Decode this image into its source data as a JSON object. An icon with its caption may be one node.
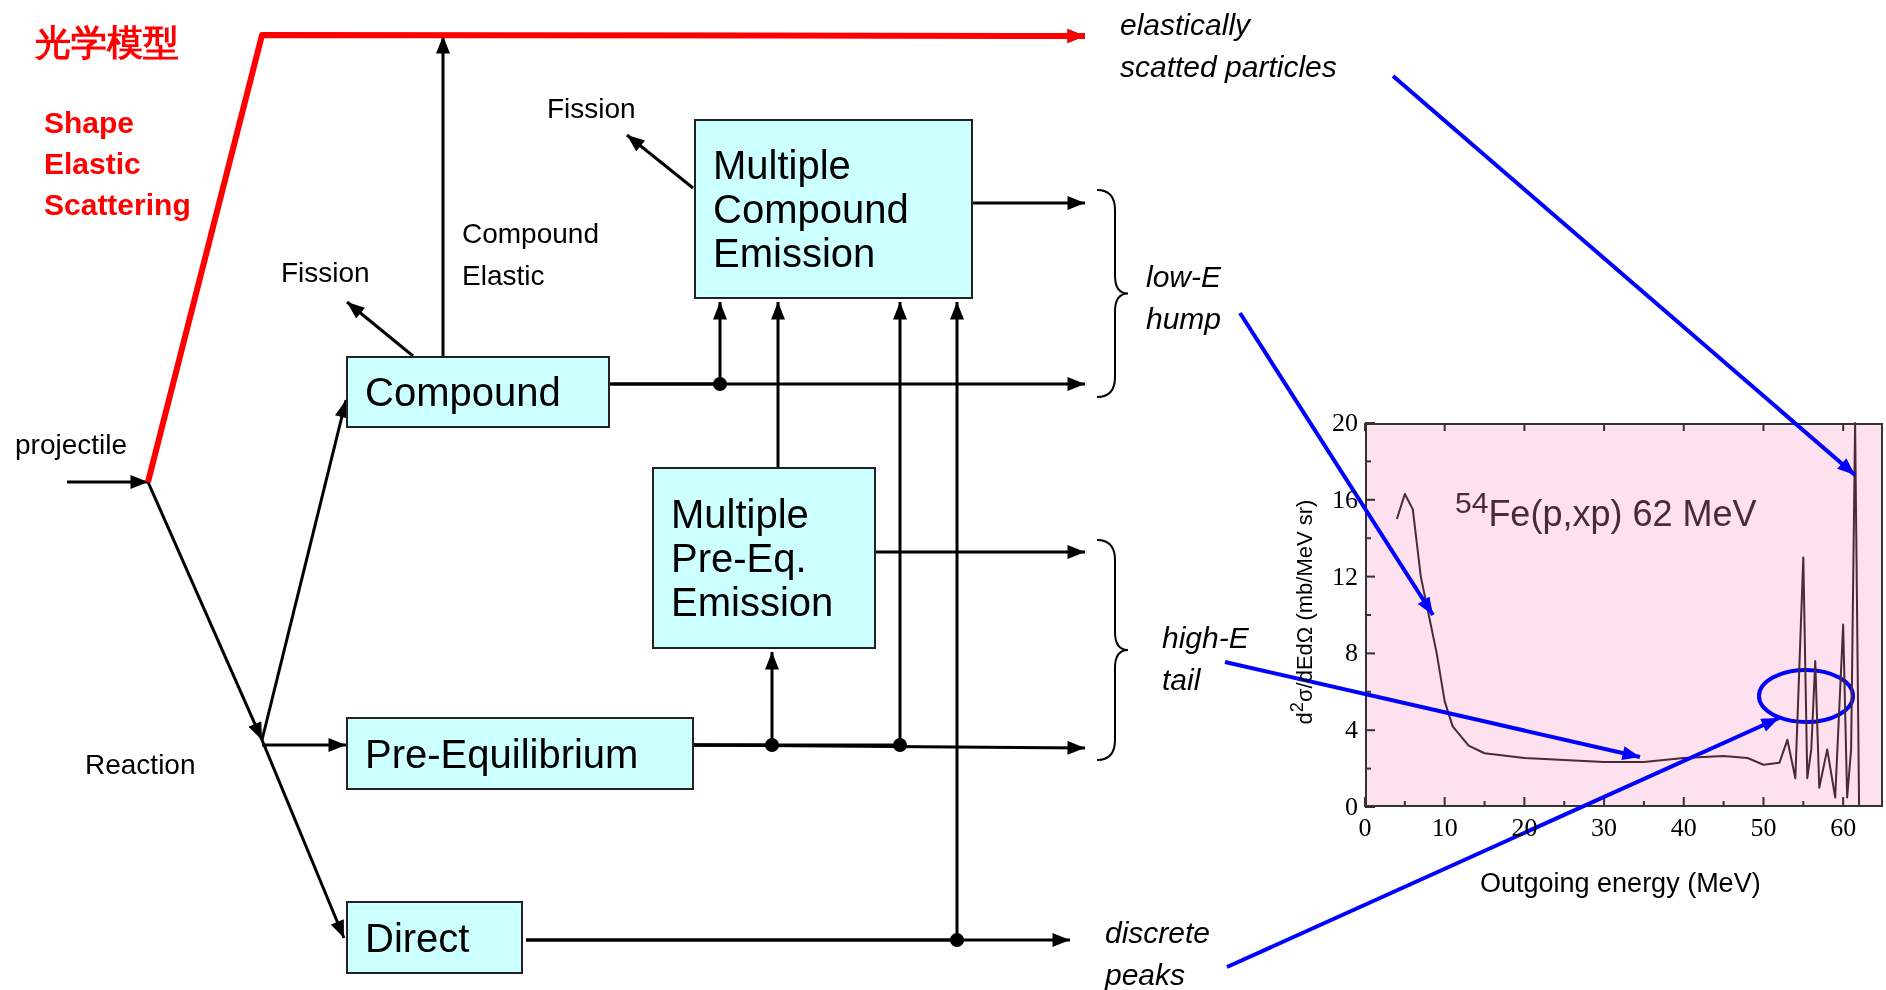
{
  "diagram": {
    "nodes": [
      {
        "text": [
          "projectile"
        ]
      },
      {
        "text": [
          "Reaction"
        ]
      },
      {
        "text": [
          "elastically scatted particles"
        ]
      },
      {
        "text": [
          "Fission"
        ]
      },
      {
        "text": [
          "Multiple Compound Emission"
        ]
      },
      {
        "text": [
          "Fission"
        ]
      },
      {
        "text": [
          "Compound"
        ]
      },
      {
        "text": [
          "low-E hump"
        ]
      },
      {
        "text": [
          "Multiple Pre-Eq. Emission"
        ]
      },
      {
        "text": [
          "high-E tail"
        ]
      },
      {
        "text": [
          "Pre-Equilibrium"
        ]
      },
      {
        "text": [
          "Direct"
        ]
      },
      {
        "text": [
          "discrete peaks"
        ]
      },
      {
        "text": [],
        "shape": "picture"
      },
      {
        "text": [],
        "shape": "ellipse",
        "in": 13
      }
    ],
    "edges": [
      {
        "from": 0,
        "to": 2,
        "arrow": "to",
        "style": "thick",
        "color": "#ff0000"
      },
      {
        "from": 0,
        "to": 1,
        "arrow": "to"
      },
      {
        "from": 1,
        "to": 6,
        "arrow": "to"
      },
      {
        "from": 1,
        "to": 10,
        "arrow": "to"
      },
      {
        "from": 1,
        "to": 11,
        "arrow": "to"
      },
      {
        "from": 6,
        "to": 5,
        "arrow": "to"
      },
      {
        "from": 6,
        "to": 2,
        "arrow": "to",
        "label": "Compound Elastic"
      },
      {
        "from": 6,
        "to": 7,
        "arrow": "to"
      },
      {
        "from": 6,
        "to": 4,
        "arrow": "to"
      },
      {
        "from": 4,
        "to": 3,
        "arrow": "to"
      },
      {
        "from": 4,
        "to": 7,
        "arrow": "to"
      },
      {
        "from": 8,
        "to": 4,
        "arrow": "to"
      },
      {
        "from": 8,
        "to": 9,
        "arrow": "to"
      },
      {
        "from": 10,
        "to": 8,
        "arrow": "to"
      },
      {
        "from": 10,
        "to": 4,
        "arrow": "to"
      },
      {
        "from": 10,
        "to": 9,
        "arrow": "to"
      },
      {
        "from": 11,
        "to": 4,
        "arrow": "to"
      },
      {
        "from": 11,
        "to": 12,
        "arrow": "to"
      },
      {
        "from": 2,
        "to": 13,
        "arrow": "to",
        "color": "#0000ff"
      },
      {
        "from": 7,
        "to": 13,
        "arrow": "to",
        "color": "#0000ff"
      },
      {
        "from": 9,
        "to": 13,
        "arrow": "to",
        "color": "#0000ff"
      },
      {
        "from": 12,
        "to": 14,
        "arrow": "to",
        "color": "#0000ff"
      }
    ],
    "labels": [
      "光学模型",
      "Shape Elastic Scattering"
    ],
    "chart_data": {
      "type": "line",
      "title": "$^{54}$Fe(p,xp) 62 MeV",
      "xlabel": "Outgoing energy (MeV)",
      "ylabel": "d$^{2}$σ/dEdΩ (mb/MeV sr)",
      "x": [
        4,
        5,
        6,
        7,
        8,
        9,
        10,
        11,
        13,
        15,
        20,
        25,
        30,
        35,
        40,
        45,
        48,
        50,
        52,
        53,
        54,
        55,
        55.5,
        56,
        56.5,
        57,
        58,
        59,
        60,
        60.5,
        61,
        61.5,
        62
      ],
      "series": [
        {
          "color": "#4a2a35",
          "values": [
            15,
            16.3,
            15.5,
            12,
            10,
            8,
            5.5,
            4.2,
            3.2,
            2.8,
            2.55,
            2.45,
            2.35,
            2.35,
            2.55,
            2.65,
            2.55,
            2.2,
            2.3,
            3.5,
            1.5,
            13,
            1.5,
            3,
            7.6,
            1,
            3,
            0.5,
            9.5,
            0.5,
            3,
            20,
            0
          ]
        }
      ],
      "xlim": [
        0,
        65
      ],
      "ylim": [
        0,
        20
      ],
      "xticks": [
        0,
        10,
        20,
        30,
        40,
        50,
        60
      ],
      "yticks": [
        0,
        4,
        8,
        12,
        16,
        20
      ]
    }
  }
}
